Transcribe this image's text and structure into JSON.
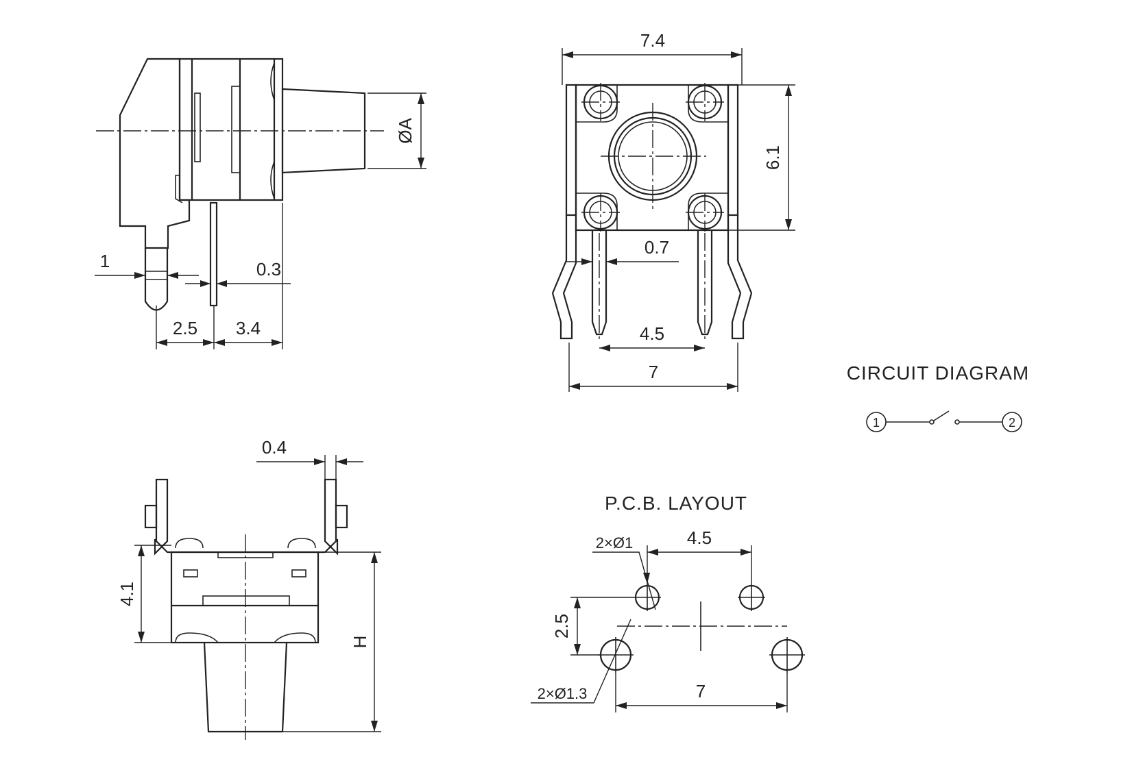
{
  "side_view": {
    "dim_diameter": "ØA",
    "dim_pin_width": "1",
    "dim_pin_thickness": "0.3",
    "dim_pin_spacing": "2.5",
    "dim_offset": "3.4"
  },
  "top_view": {
    "dim_width": "7.4",
    "dim_height": "6.1",
    "dim_pin_width": "0.7",
    "dim_inner_spacing": "4.5",
    "dim_outer_spacing": "7"
  },
  "front_view": {
    "dim_plate": "0.4",
    "dim_body_height": "4.1",
    "dim_total_height": "H"
  },
  "circuit": {
    "title": "CIRCUIT DIAGRAM",
    "pin1": "1",
    "pin2": "2"
  },
  "pcb": {
    "title": "P.C.B. LAYOUT",
    "hole_small": "2×Ø1",
    "hole_large": "2×Ø1.3",
    "dim_spacing": "4.5",
    "dim_vertical": "2.5",
    "dim_outer": "7"
  }
}
